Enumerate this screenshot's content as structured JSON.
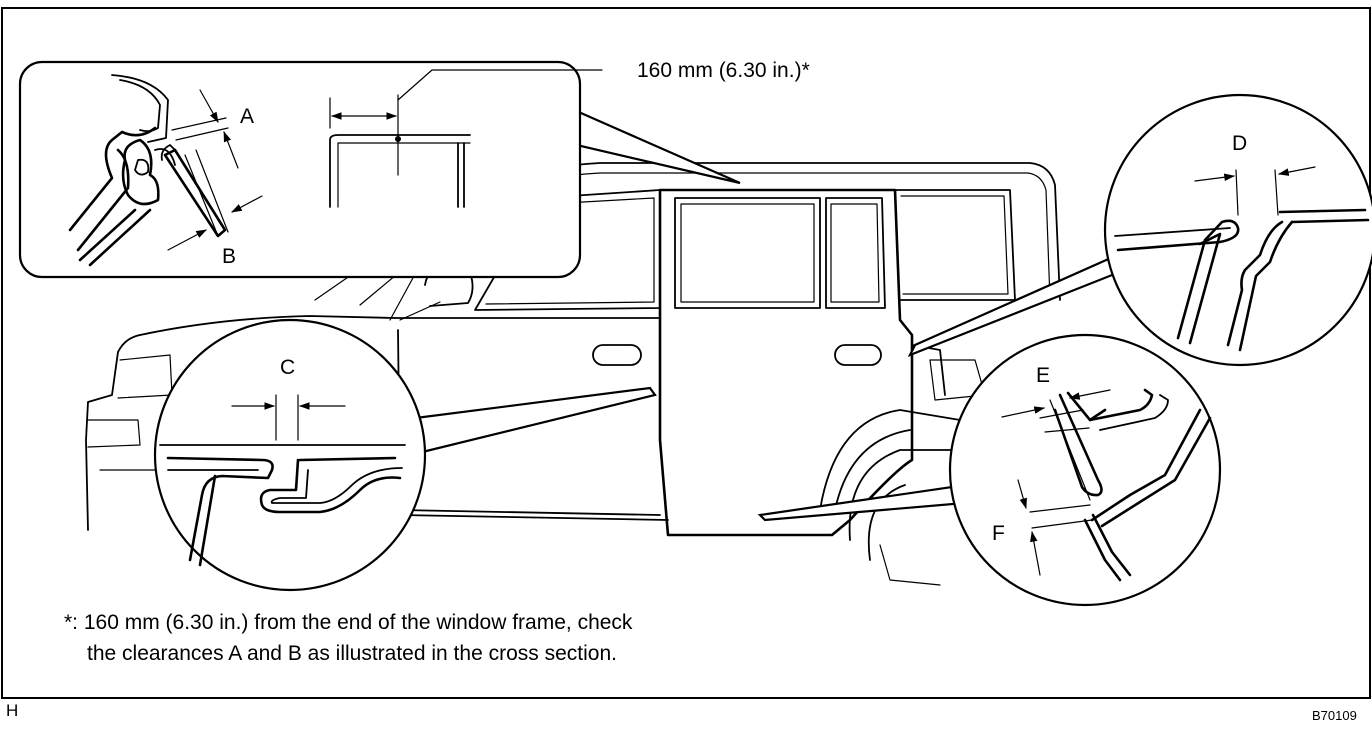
{
  "labels": {
    "A": "A",
    "B": "B",
    "C": "C",
    "D": "D",
    "E": "E",
    "F": "F"
  },
  "measurement_callout": "160 mm (6.30 in.)*",
  "footnote": {
    "line1": "*: 160 mm (6.30 in.) from the end of the window frame, check",
    "line2": "the clearances A and B as illustrated in the cross section."
  },
  "corner_mark": "H",
  "figure_code": "B70109"
}
